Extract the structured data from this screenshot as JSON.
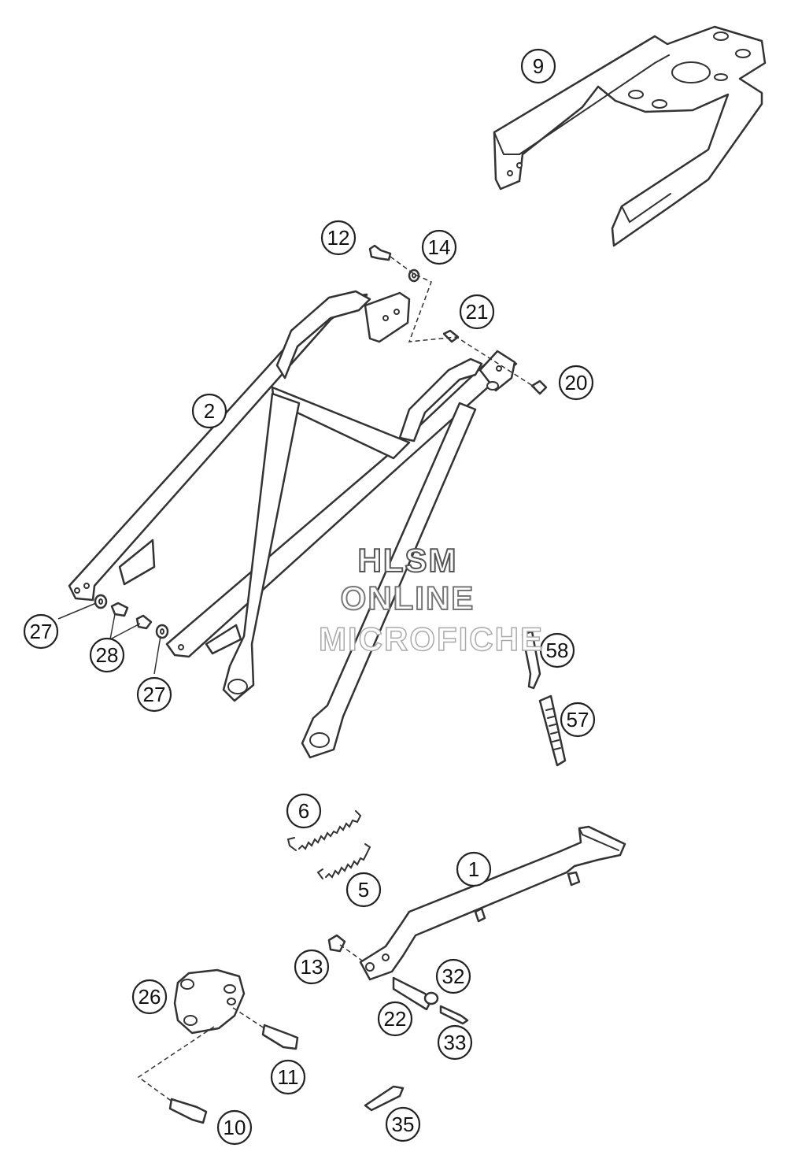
{
  "watermark": {
    "line1": "HLSM",
    "line2": "ONLINE",
    "line3": "MICROFICHE"
  },
  "callouts": {
    "c9": "9",
    "c12": "12",
    "c14": "14",
    "c21": "21",
    "c20": "20",
    "c2": "2",
    "c27a": "27",
    "c28": "28",
    "c27b": "27",
    "c58": "58",
    "c57": "57",
    "c6": "6",
    "c1": "1",
    "c5": "5",
    "c13": "13",
    "c32": "32",
    "c26": "26",
    "c22": "22",
    "c33": "33",
    "c11": "11",
    "c35": "35",
    "c10": "10"
  }
}
